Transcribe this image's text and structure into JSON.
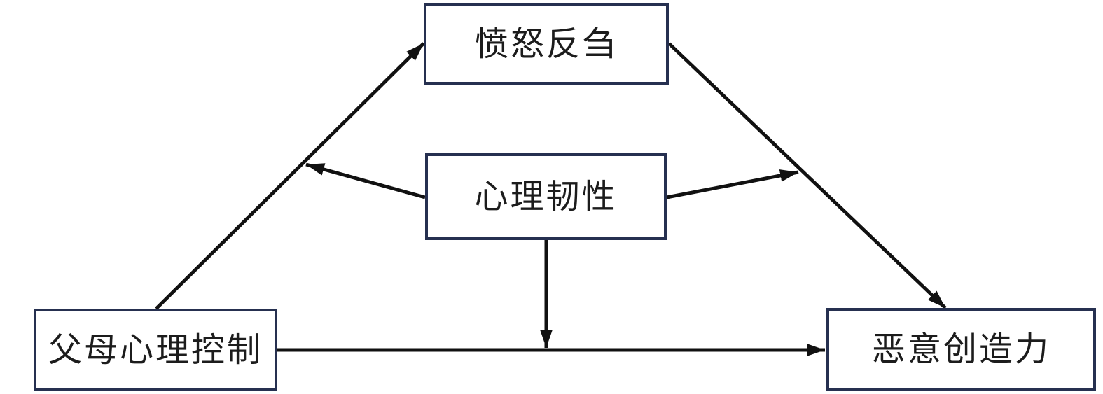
{
  "diagram": {
    "type": "mediation-model",
    "nodes": {
      "anger_rumination": {
        "label": "愤怒反刍"
      },
      "psychological_resilience": {
        "label": "心理韧性"
      },
      "parental_psychological_control": {
        "label": "父母心理控制"
      },
      "malevolent_creativity": {
        "label": "恶意创造力"
      }
    },
    "edges": [
      {
        "from": "parental_psychological_control",
        "to": "anger_rumination",
        "style": "arrow"
      },
      {
        "from": "anger_rumination",
        "to": "malevolent_creativity",
        "style": "arrow"
      },
      {
        "from": "parental_psychological_control",
        "to": "malevolent_creativity",
        "style": "arrow"
      },
      {
        "from": "psychological_resilience",
        "to": "path:parental_psychological_control->anger_rumination",
        "style": "arrow"
      },
      {
        "from": "psychological_resilience",
        "to": "path:anger_rumination->malevolent_creativity",
        "style": "arrow"
      },
      {
        "from": "psychological_resilience",
        "to": "path:parental_psychological_control->malevolent_creativity",
        "style": "arrow"
      }
    ],
    "colors": {
      "box_border": "#263050",
      "box_fill": "#ffffff",
      "arrow": "#111111",
      "text": "#1c1c1c",
      "background": "#ffffff"
    }
  }
}
